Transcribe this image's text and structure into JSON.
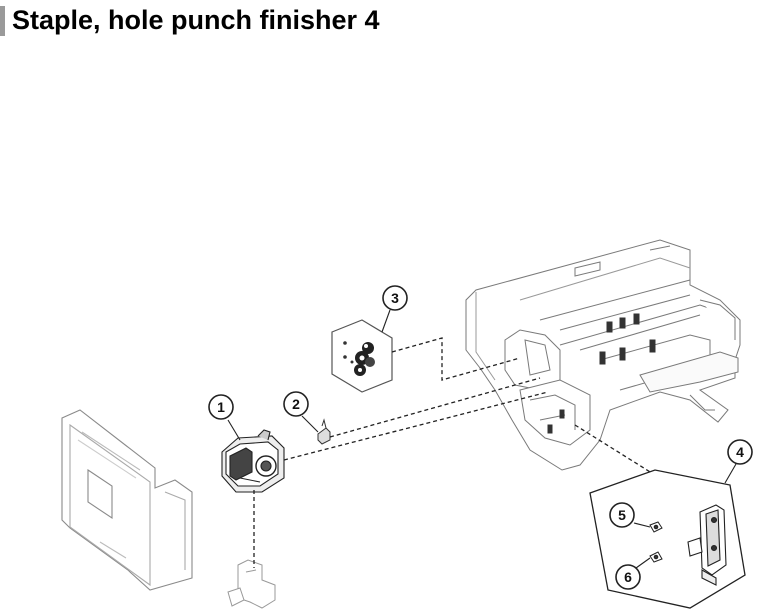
{
  "header": {
    "title": "Staple, hole punch finisher 4"
  },
  "callouts": [
    "1",
    "2",
    "3",
    "4",
    "5",
    "6"
  ]
}
